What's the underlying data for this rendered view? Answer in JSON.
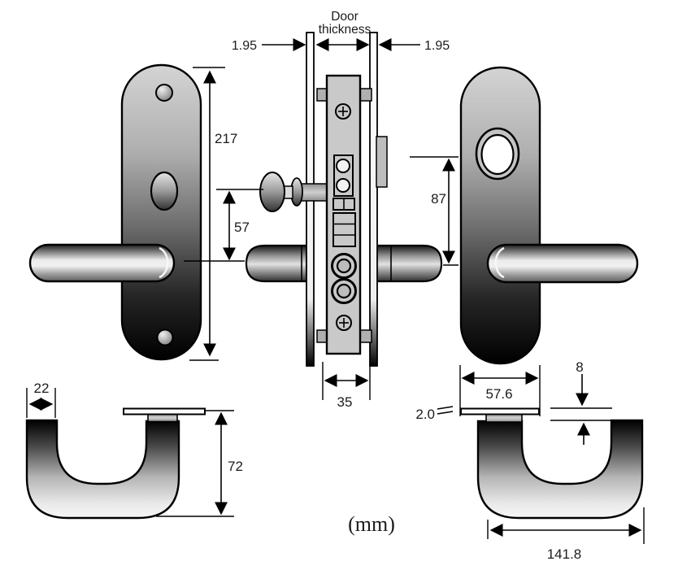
{
  "units_label": "(mm)",
  "labels": {
    "door_thickness_line1": "Door",
    "door_thickness_line2": "thickness",
    "left_faceplate_thickness": "1.95",
    "right_faceplate_thickness": "1.95",
    "backplate_height": "217",
    "thumbturn_to_handle_centres": "57",
    "cylinder_to_handle_centres": "87",
    "lock_case_width": "35",
    "backplate_width": "57.6",
    "handle_tube_diameter": "22",
    "handle_projection": "72",
    "backplate_thickness": "2.0",
    "handle_clearance": "8",
    "handle_overall_length": "141.8"
  }
}
